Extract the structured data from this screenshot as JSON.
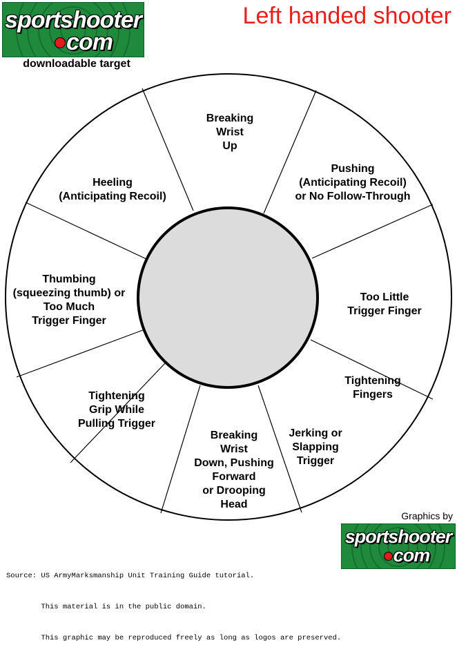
{
  "logo": {
    "word_top": "sportshooter",
    "word_bottom": "com"
  },
  "tagline": "downloadable target",
  "heading": "Left handed shooter",
  "credit": "Graphics by",
  "footer": [
    "Source: US ArmyMarksmanship Unit Training Guide tutorial.",
    "        This material is in the public domain.",
    "        This graphic may be reproduced freely as long as logos are preserved."
  ],
  "segments": [
    {
      "key": "breaking-wrist-up",
      "lines": [
        "Breaking",
        "Wrist",
        "Up"
      ]
    },
    {
      "key": "pushing",
      "lines": [
        "Pushing",
        "(Anticipating Recoil)",
        "or No Follow-Through"
      ]
    },
    {
      "key": "too-little-trigger-finger",
      "lines": [
        "Too Little",
        "Trigger Finger"
      ]
    },
    {
      "key": "tightening-fingers",
      "lines": [
        "Tightening",
        "Fingers"
      ]
    },
    {
      "key": "jerking",
      "lines": [
        "Jerking or",
        "Slapping",
        "Trigger"
      ]
    },
    {
      "key": "breaking-wrist-down",
      "lines": [
        "Breaking",
        "Wrist",
        "Down, Pushing",
        "Forward",
        "or Drooping",
        "Head"
      ]
    },
    {
      "key": "tightening-grip",
      "lines": [
        "Tightening",
        "Grip While",
        "Pulling Trigger"
      ]
    },
    {
      "key": "thumbing",
      "lines": [
        "Thumbing",
        "(squeezing thumb) or",
        "Too Much",
        "Trigger Finger"
      ]
    },
    {
      "key": "heeling",
      "lines": [
        "Heeling",
        "(Anticipating Recoil)"
      ]
    }
  ],
  "colors": {
    "heading": "#e8201c",
    "logo_bg": "#1f8a3c",
    "logo_dot": "#e41b1b",
    "bullseye": "#dcdcdc"
  }
}
